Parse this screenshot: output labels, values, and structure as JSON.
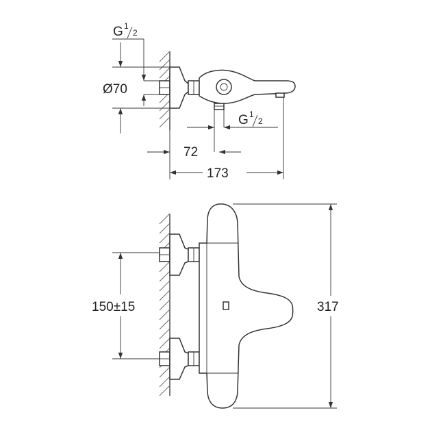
{
  "dimensions": {
    "top_thread": {
      "main": "G",
      "sup": "1",
      "sub": "2"
    },
    "side_thread": {
      "main": "G",
      "sup": "1",
      "sub": "2"
    },
    "diameter": "Ø70",
    "outlet_offset": "72",
    "projection": "173",
    "connection_spacing": "150±15",
    "height": "317"
  }
}
